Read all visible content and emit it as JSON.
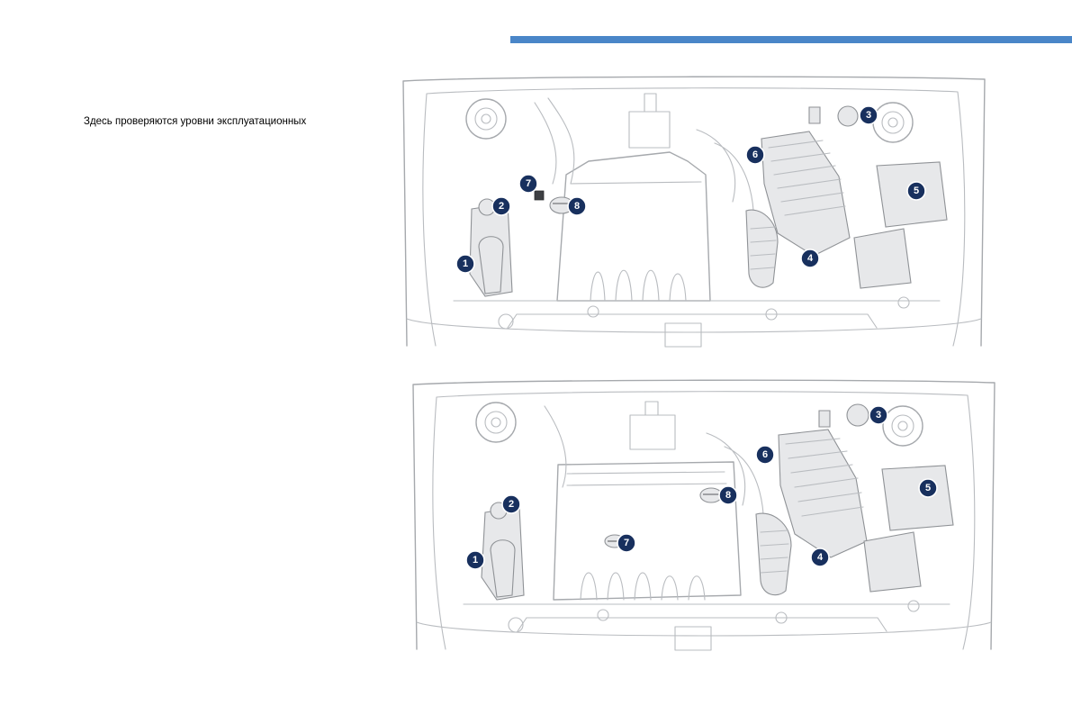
{
  "colors": {
    "header_bar": "#4a86c8",
    "callout": "#18305e"
  },
  "intro_text": "Здесь проверяются уровни эксплуатационных",
  "diagrams": [
    {
      "name": "engine-bay-diagram-1",
      "callouts": [
        "1",
        "2",
        "3",
        "4",
        "5",
        "6",
        "7",
        "8"
      ]
    },
    {
      "name": "engine-bay-diagram-2",
      "callouts": [
        "1",
        "2",
        "3",
        "4",
        "5",
        "6",
        "7",
        "8"
      ]
    }
  ]
}
